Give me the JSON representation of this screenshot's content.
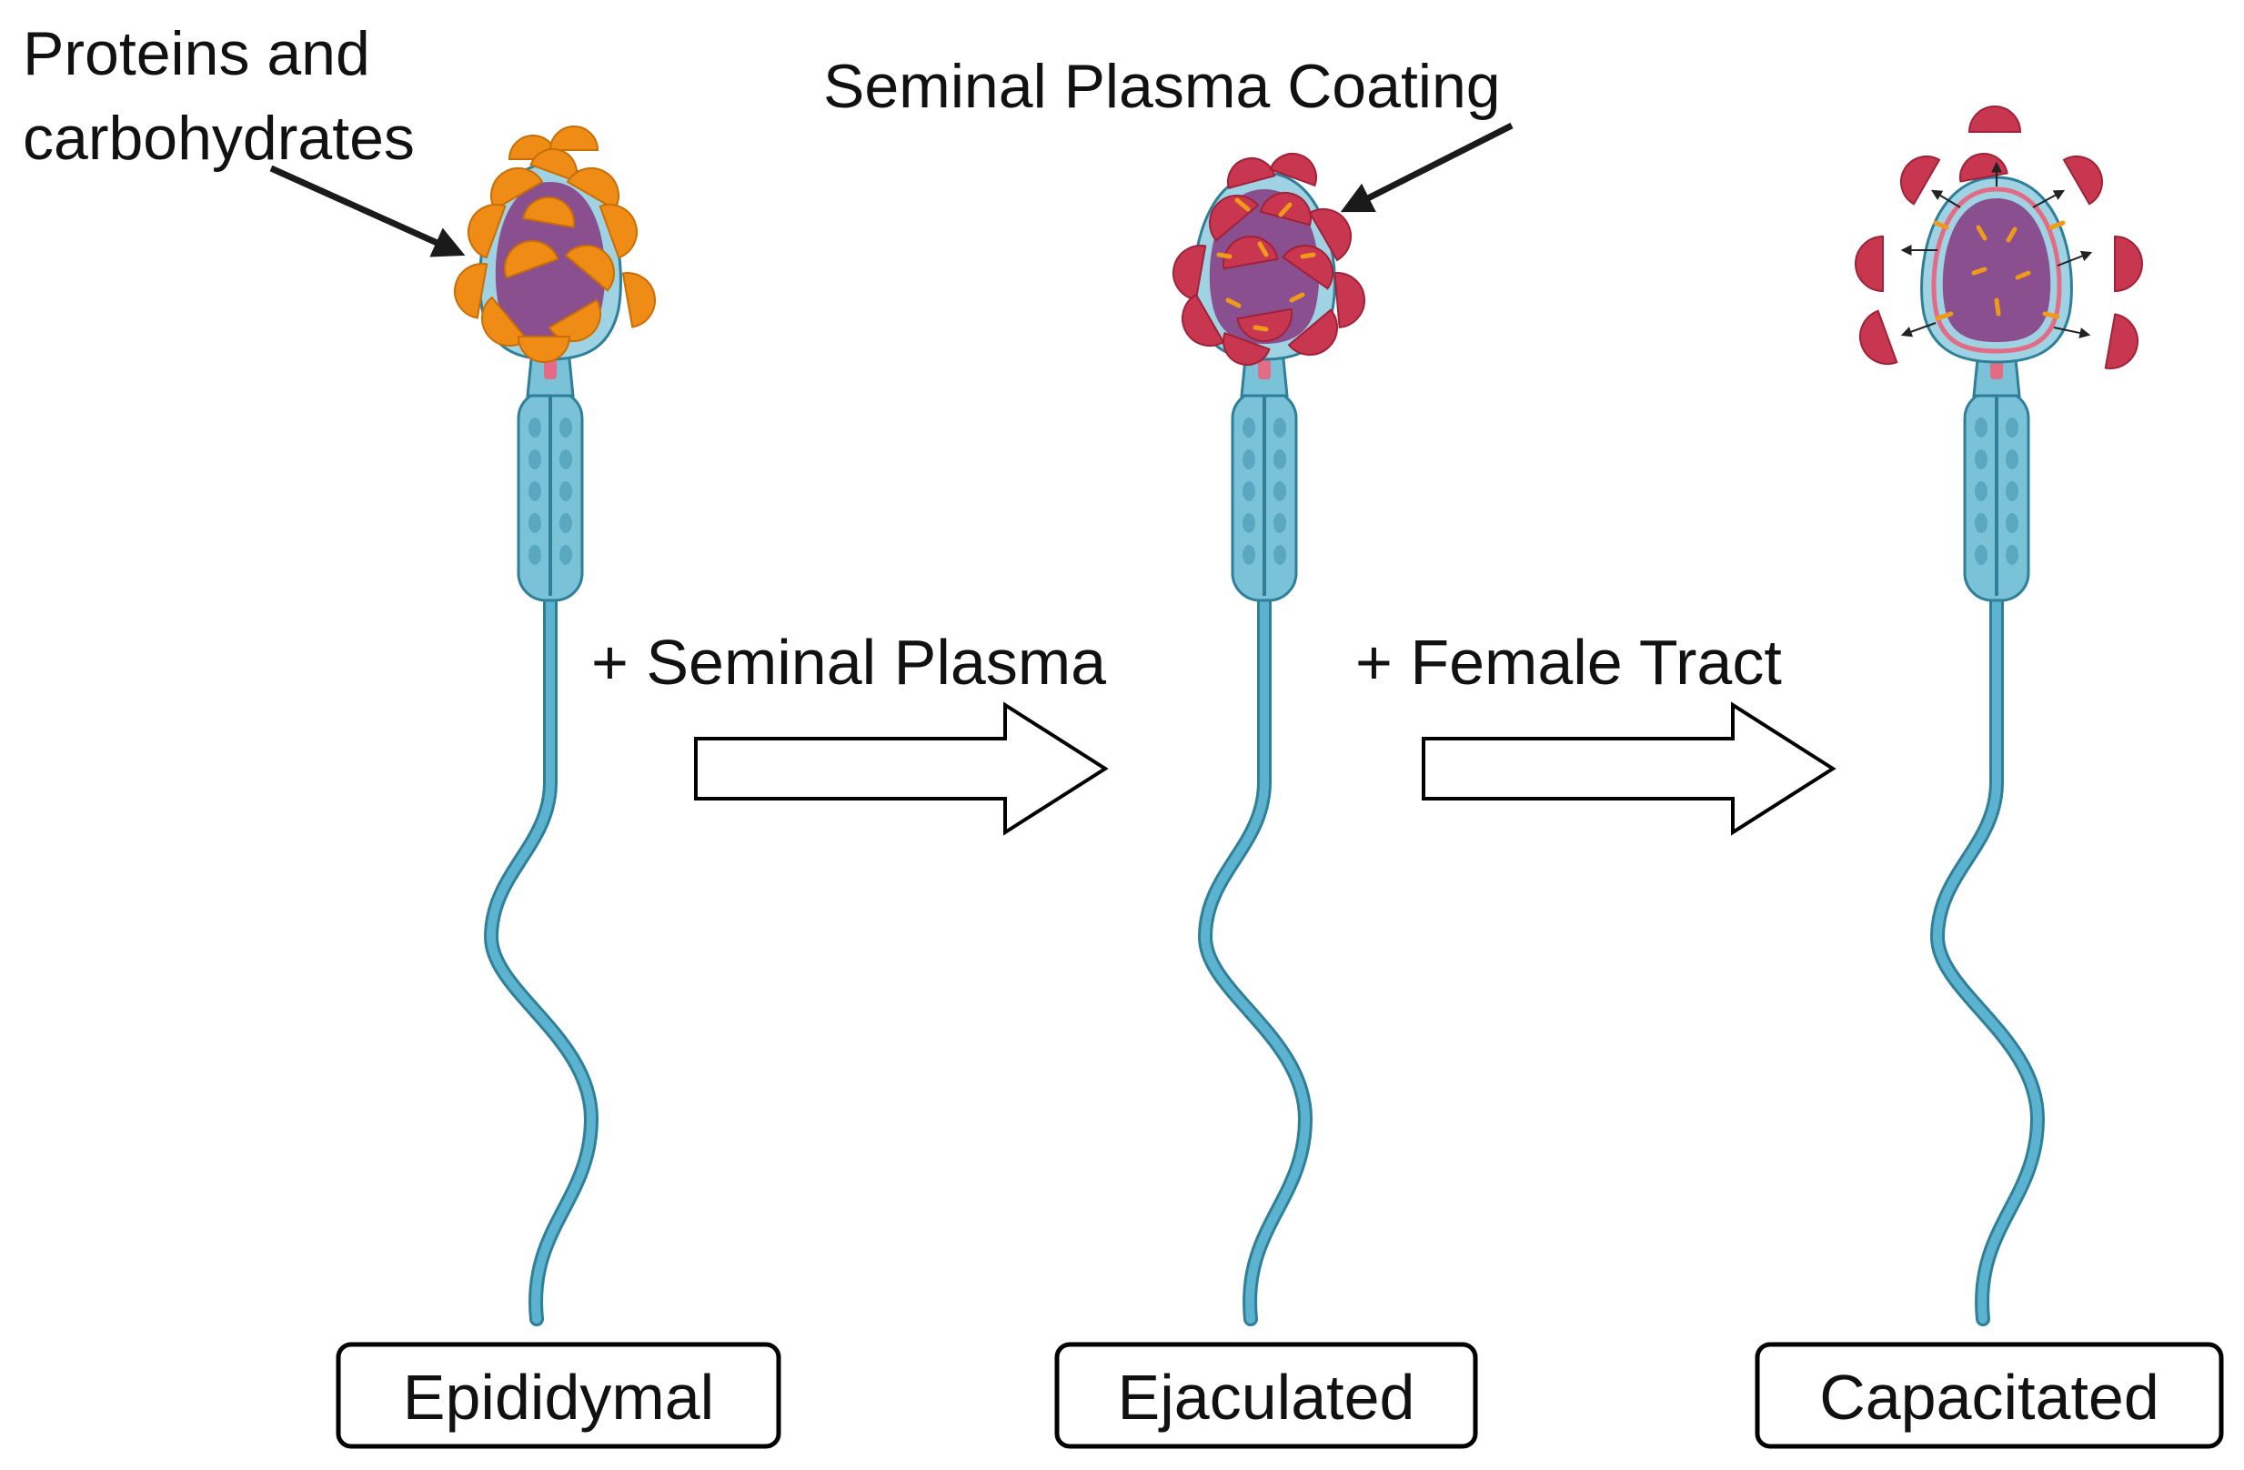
{
  "labels": {
    "proteins_line1": "Proteins and",
    "proteins_line2": "carbohydrates",
    "coating": "Seminal Plasma Coating",
    "step1": "+ Seminal Plasma",
    "step2": "+ Female Tract"
  },
  "stages": [
    {
      "label": "Epididymal"
    },
    {
      "label": "Ejaculated"
    },
    {
      "label": "Capacitated"
    }
  ],
  "colors": {
    "tail": "#5bb3cf",
    "tail_outline": "#2f7f99",
    "head_membrane": "#9fd3e3",
    "nucleus": "#8a4f8f",
    "nucleus_dark": "#6e3a74",
    "acrosome_pink": "#e46b84",
    "epididymal_coat": "#ef8c16",
    "epididymal_coat_dark": "#c96e06",
    "seminal_coat": "#c8364f",
    "seminal_coat_dark": "#9f2239",
    "receptor": "#f09a1a",
    "midpiece": "#79c2d8",
    "mitochondria": "#5aa7c0"
  }
}
